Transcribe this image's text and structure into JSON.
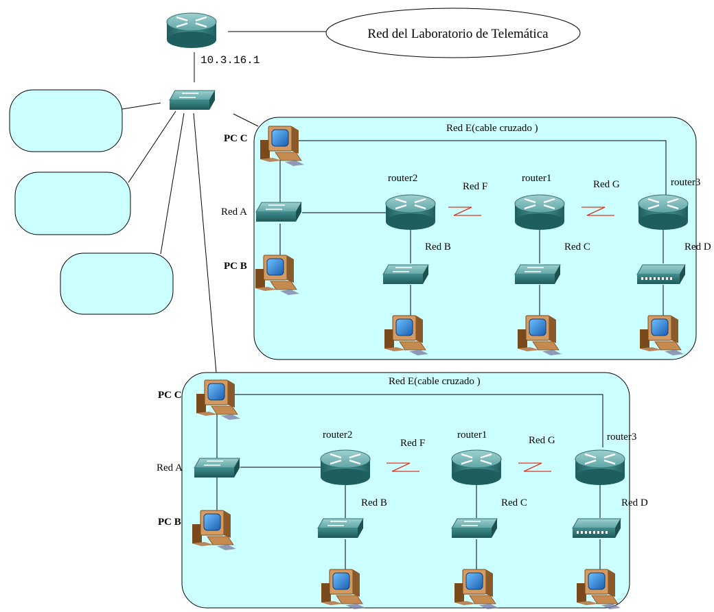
{
  "gateway": {
    "ip": "10.3.16.1",
    "external_network": "Red del Laboratorio de Telemática"
  },
  "labs": [
    {
      "title": "Red E(cable cruzado )",
      "pc_c": "PC C",
      "pc_b": "PC B",
      "red_a": "Red A",
      "router2": "router2",
      "router1": "router1",
      "router3": "router3",
      "red_f": "Red F",
      "red_g": "Red G",
      "red_b": "Red B",
      "red_c": "Red C",
      "red_d": "Red D"
    },
    {
      "title": "Red E(cable cruzado )",
      "pc_c": "PC C",
      "pc_b": "PC B",
      "red_a": "Red A",
      "router2": "router2",
      "router1": "router1",
      "router3": "router3",
      "red_f": "Red F",
      "red_g": "Red G",
      "red_b": "Red B",
      "red_c": "Red C",
      "red_d": "Red D"
    }
  ],
  "colors": {
    "area_fill": "#ccffff",
    "device_teal": "#3f8c8c",
    "serial_link": "#e0301e",
    "monitor_screen": "#1f7fd6"
  },
  "icons": {
    "router": "router-icon",
    "switch": "switch-icon",
    "hub": "hub-icon",
    "pc": "pc-icon",
    "network_cloud": "network-cloud"
  }
}
